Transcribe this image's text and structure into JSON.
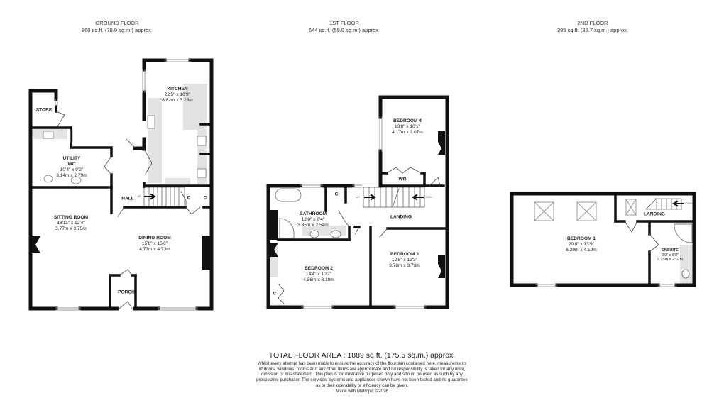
{
  "floors": [
    {
      "id": "ground",
      "title": "GROUND FLOOR",
      "area": "860 sq.ft. (79.9 sq.m.) approx.",
      "rooms": [
        {
          "name": "KITCHEN",
          "imperial": "22'5\" x 10'9\"",
          "metric": "6.82m x 3.28m"
        },
        {
          "name": "STORE"
        },
        {
          "name": "UTILITY",
          "subname": "WC",
          "imperial": "10'4\" x 9'2\"",
          "metric": "3.14m x 2.79m"
        },
        {
          "name": "HALL"
        },
        {
          "name": "SITTING ROOM",
          "imperial": "18'11\" x 12'4\"",
          "metric": "5.77m x 3.75m"
        },
        {
          "name": "DINING ROOM",
          "imperial": "15'8\" x 15'6\"",
          "metric": "4.77m x 4.73m"
        },
        {
          "name": "PORCH"
        },
        {
          "name": "C"
        },
        {
          "name": "C"
        }
      ],
      "stair_label": "UP"
    },
    {
      "id": "first",
      "title": "1ST FLOOR",
      "area": "644 sq.ft. (59.9 sq.m.) approx.",
      "rooms": [
        {
          "name": "BEDROOM 4",
          "imperial": "13'8\" x 10'1\"",
          "metric": "4.17m x 3.07m"
        },
        {
          "name": "WR"
        },
        {
          "name": "BATHROOM",
          "imperial": "12'8\" x 8'4\"",
          "metric": "3.85m x 2.54m"
        },
        {
          "name": "C"
        },
        {
          "name": "LANDING"
        },
        {
          "name": "BEDROOM 2",
          "imperial": "14'4\" x 10'2\"",
          "metric": "4.36m x 3.10m"
        },
        {
          "name": "C"
        },
        {
          "name": "BEDROOM 3",
          "imperial": "12'5\" x 12'3\"",
          "metric": "3.78m x 3.73m"
        }
      ],
      "stair_labels": [
        "UP",
        "DOWN"
      ]
    },
    {
      "id": "second",
      "title": "2ND FLOOR",
      "area": "385 sq.ft. (35.7 sq.m.) approx.",
      "rooms": [
        {
          "name": "BEDROOM 1",
          "imperial": "20'8\" x 13'9\"",
          "metric": "6.29m x 4.19m"
        },
        {
          "name": "LANDING"
        },
        {
          "name": "ENSUITE",
          "imperial": "9'0\" x 6'8\"",
          "metric": "2.75m x 2.02m"
        }
      ],
      "stair_label": "DOWN"
    }
  ],
  "footer": {
    "total": "TOTAL FLOOR AREA : 1889 sq.ft. (175.5 sq.m.) approx.",
    "disclaimer_lines": [
      "Whilst every attempt has been made to ensure the accuracy of the floorplan contained here, measurements",
      "of doors, windows, rooms and any other items are approximate and no responsibility is taken for any error,",
      "omission or mis-statement. This plan is for illustrative purposes only and should be used as such by any",
      "prospective purchaser. The services, systems and appliances shown have not been tested and no guarantee",
      "as to their operability or efficiency can be given."
    ],
    "made_with": "Made with Metropix ©2026"
  },
  "colors": {
    "wall": "#111111",
    "fixture_fill": "#e3e3e3",
    "window": "#ffffff"
  }
}
